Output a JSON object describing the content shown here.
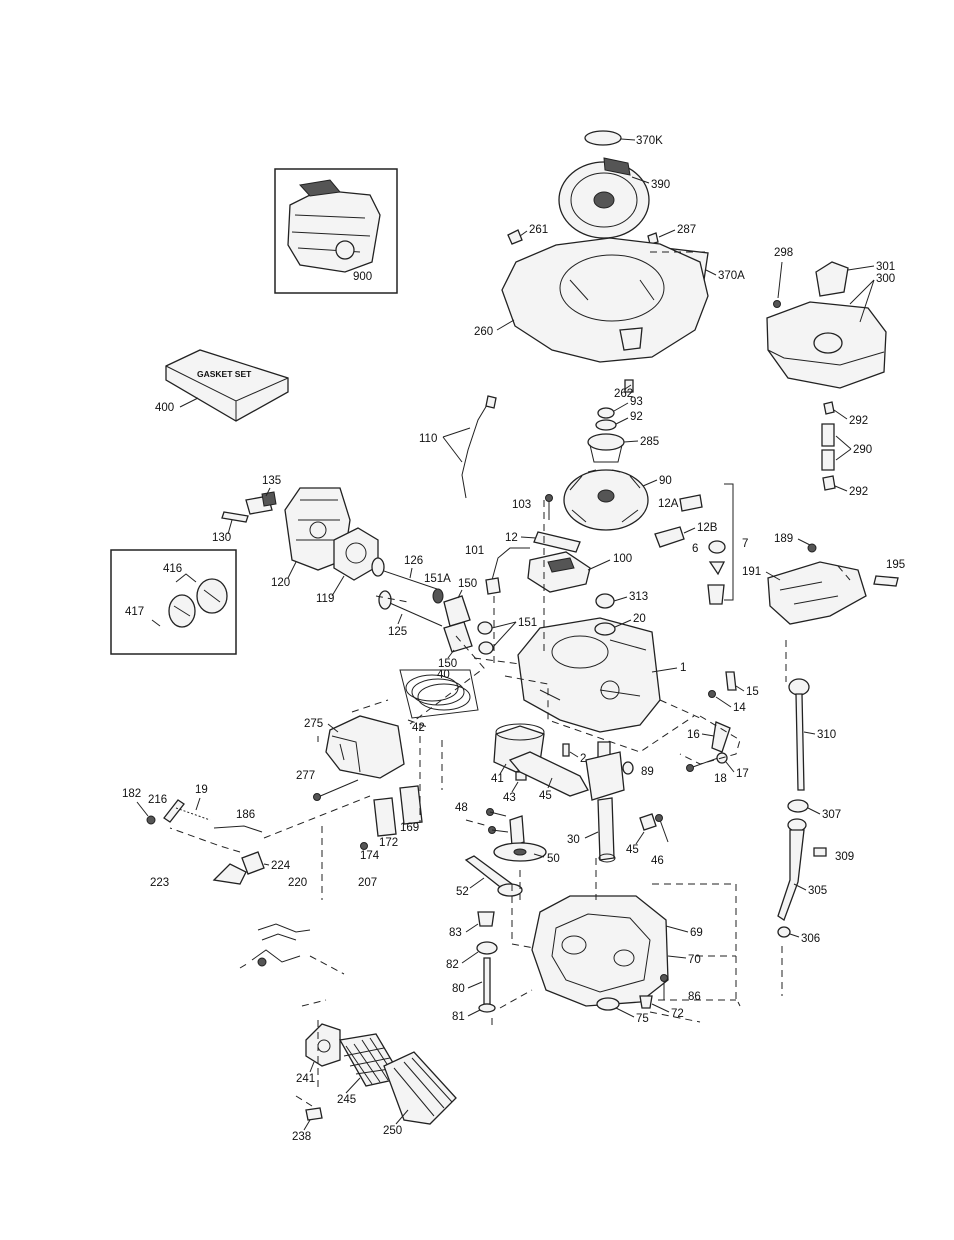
{
  "labels": {
    "l370K": "370K",
    "l390": "390",
    "l261": "261",
    "l287": "287",
    "l370A": "370A",
    "l298": "298",
    "l301": "301",
    "l300": "300",
    "l260": "260",
    "l900": "900",
    "l400": "400",
    "l262": "262",
    "l93": "93",
    "l92": "92",
    "l285": "285",
    "l292a": "292",
    "l290": "290",
    "l292b": "292",
    "l110": "110",
    "l135": "135",
    "l90": "90",
    "l103": "103",
    "l12A": "12A",
    "l12B": "12B",
    "l12": "12",
    "l7": "7",
    "l6": "6",
    "l189": "189",
    "l195": "195",
    "l191": "191",
    "l130": "130",
    "l120": "120",
    "l119": "119",
    "l126": "126",
    "l101": "101",
    "l100": "100",
    "l151A": "151A",
    "l150a": "150",
    "l416": "416",
    "l417": "417",
    "l125": "125",
    "l313": "313",
    "l20": "20",
    "l151": "151",
    "l150b": "150",
    "l40": "40",
    "l1": "1",
    "l15": "15",
    "l14": "14",
    "l42": "42",
    "l275": "275",
    "l310": "310",
    "l16": "16",
    "l17": "17",
    "l18": "18",
    "l2": "2",
    "l89": "89",
    "l41": "41",
    "l43": "43",
    "l45a": "45",
    "l277": "277",
    "l182": "182",
    "l216": "216",
    "l19": "19",
    "l186": "186",
    "l48": "48",
    "l307": "307",
    "l169": "169",
    "l172": "172",
    "l174": "174",
    "l30": "30",
    "l45b": "45",
    "l46": "46",
    "l50": "50",
    "l309": "309",
    "l224": "224",
    "l223": "223",
    "l220": "220",
    "l207": "207",
    "l52": "52",
    "l305": "305",
    "l83": "83",
    "l69": "69",
    "l306": "306",
    "l82": "82",
    "l70": "70",
    "l80": "80",
    "l86": "86",
    "l81": "81",
    "l75": "75",
    "l72": "72",
    "l241": "241",
    "l245": "245",
    "l238": "238",
    "l250": "250"
  },
  "gasket_set_text": "GASKET SET"
}
